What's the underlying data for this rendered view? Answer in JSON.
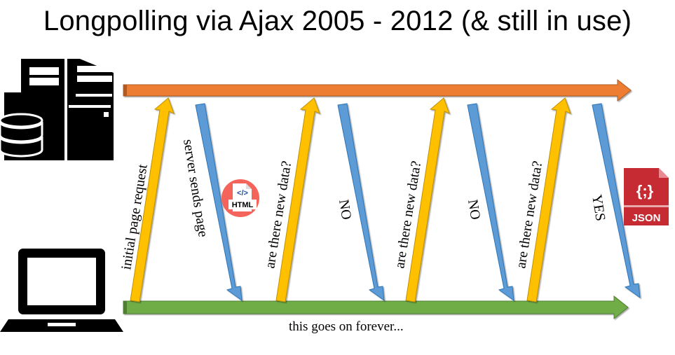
{
  "title": "Longpolling via Ajax 2005 - 2012 (& still in use)",
  "colors": {
    "server_line": "#ED7D31",
    "client_line": "#70AD47",
    "request_arrow": "#FFC000",
    "response_arrow": "#5B9BD5",
    "html_badge": "#F4645A",
    "json_badge": "#C62B33"
  },
  "icons": {
    "server": "server-database-icon",
    "client": "laptop-icon",
    "html": "html-file-icon",
    "json": "json-file-icon"
  },
  "labels": {
    "initial_request": "initial page request",
    "server_sends": "server sends page",
    "poll_1": "are there new data?",
    "answer_1": "NO",
    "poll_2": "are there new data?",
    "answer_2": "NO",
    "poll_3": "are there new data?",
    "answer_3": "YES",
    "footer": "this goes on forever..."
  },
  "badges": {
    "html_text": "HTML",
    "html_glyph": "</>",
    "json_text": "JSON",
    "json_glyph": "{;}"
  }
}
